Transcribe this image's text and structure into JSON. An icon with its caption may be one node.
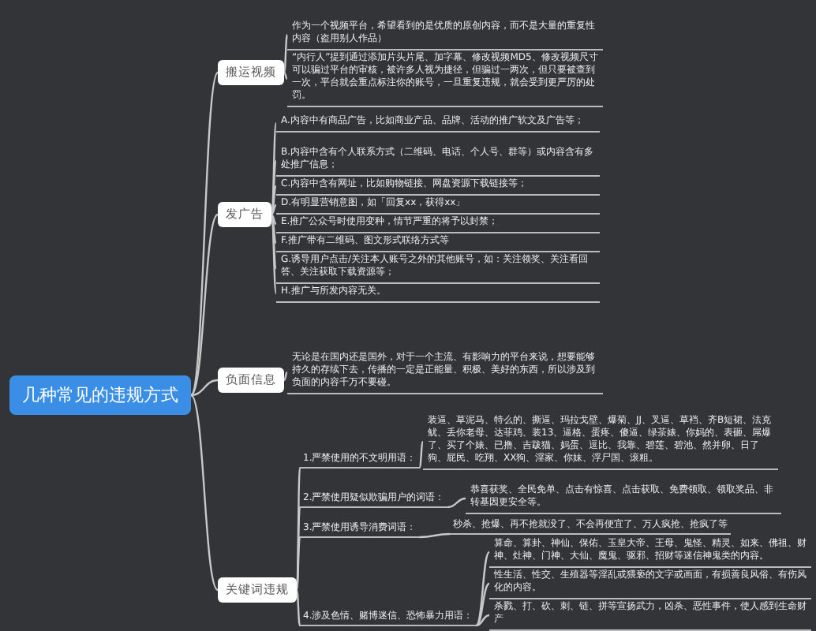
{
  "diagram": {
    "nodes": [
      {
        "text": [
          "几种常见的违规方式"
        ]
      },
      {
        "text": [
          "搬运视频"
        ]
      },
      {
        "text": [
          "作为一个视频平台，希望看到的是优质的原创内容，而不是大量的重复性内容（盗用别人作品）"
        ]
      },
      {
        "text": [
          "“内行人”提到通过添加片头片尾、加字幕、修改视频MD5、修改视频尺寸可以骗过平台的审核，被许多人视为捷径，但骗过一两次，但只要被查到一次，平台就会重点标注你的账号，一旦重复违规，就会受到更严厉的处罚。"
        ]
      },
      {
        "text": [
          "发广告"
        ]
      },
      {
        "text": [
          "A.内容中有商品广告，比如商业产品、品牌、活动的推广软文及广告等；"
        ]
      },
      {
        "text": [
          "B.内容中含有个人联系方式（二维码、电话、个人号、群等）或内容含有多处推广信息；"
        ]
      },
      {
        "text": [
          "C.内容中含有网址，比如购物链接、网盘资源下载链接等；"
        ]
      },
      {
        "text": [
          "D.有明显营销意图，如「回复xx，获得xx」"
        ]
      },
      {
        "text": [
          "E.推广公众号时使用变种，情节严重的将予以封禁；"
        ]
      },
      {
        "text": [
          "F.推广带有二维码、图文形式联络方式等"
        ]
      },
      {
        "text": [
          "G.诱导用户点击/关注本人账号之外的其他账号，如：关注领奖、关注看回答、关注获取下载资源等；"
        ]
      },
      {
        "text": [
          "H.推广与所发内容无关。"
        ]
      },
      {
        "text": [
          "负面信息"
        ]
      },
      {
        "text": [
          "无论是在国内还是国外，对于一个主流、有影响力的平台来说，想要能够持久的存续下去，传播的一定是正能量、积极、美好的东西，所以涉及到负面的内容千万不要碰。"
        ]
      },
      {
        "text": [
          "关键词违规"
        ]
      },
      {
        "text": [
          "1.严禁使用的不文明用语："
        ]
      },
      {
        "text": [
          "装逼、草泥马、特么的、撕逼、玛拉戈壁、爆菊、JJ、叉逼、草裆、齐B短裙、法克鱿、丢你老母、达菲鸡、装13、逼格、蛋疼、傻逼、绿茶婊、你妈的、表砸、屌爆了、买了个婊、已撸、吉跋猫、妈蛋、逗比、我靠、碧莲、碧池、然并卵、日了狗、屁民、吃翔、XX狗、淫家、你妹、浮尸国、滚粗。"
        ]
      },
      {
        "text": [
          "2.严禁使用疑似欺骗用户的词语："
        ]
      },
      {
        "text": [
          "恭喜获奖、全民免单、点击有惊喜、点击获取、免费领取、领取奖品、非转基因更安全等。"
        ]
      },
      {
        "text": [
          "3.严禁使用诱导消费词语："
        ]
      },
      {
        "text": [
          "秒杀、抢爆、再不抢就没了、不会再便宜了、万人疯抢、抢疯了等"
        ]
      },
      {
        "text": [
          "4.涉及色情、赌博迷信、恐怖暴力用语："
        ]
      },
      {
        "text": [
          "算命、算卦、神仙、保佑、玉皇大帝、王母、鬼怪、精灵、如来、佛祖、财神、灶神、门神、大仙、魔鬼、驱邪、招财等迷信神鬼类的内容。"
        ]
      },
      {
        "text": [
          "性生活、性交、生殖器等淫乱或猥亵的文字或画面，有损善良风俗、有伤风化的内容。"
        ]
      },
      {
        "text": [
          "杀戮、打、砍、刺、链、拼等宣扬武力，凶杀、恶性事件，使人感到生命财产"
        ]
      }
    ],
    "edges": [
      {
        "from": 0,
        "to": 1,
        "arrow": "none"
      },
      {
        "from": 0,
        "to": 4,
        "arrow": "none"
      },
      {
        "from": 0,
        "to": 13,
        "arrow": "none"
      },
      {
        "from": 0,
        "to": 15,
        "arrow": "none"
      },
      {
        "from": 1,
        "to": 2,
        "arrow": "none"
      },
      {
        "from": 1,
        "to": 3,
        "arrow": "none"
      },
      {
        "from": 4,
        "to": 5,
        "arrow": "none"
      },
      {
        "from": 4,
        "to": 6,
        "arrow": "none"
      },
      {
        "from": 4,
        "to": 7,
        "arrow": "none"
      },
      {
        "from": 4,
        "to": 8,
        "arrow": "none"
      },
      {
        "from": 4,
        "to": 9,
        "arrow": "none"
      },
      {
        "from": 4,
        "to": 10,
        "arrow": "none"
      },
      {
        "from": 4,
        "to": 11,
        "arrow": "none"
      },
      {
        "from": 4,
        "to": 12,
        "arrow": "none"
      },
      {
        "from": 13,
        "to": 14,
        "arrow": "none"
      },
      {
        "from": 15,
        "to": 16,
        "arrow": "none"
      },
      {
        "from": 15,
        "to": 18,
        "arrow": "none"
      },
      {
        "from": 15,
        "to": 20,
        "arrow": "none"
      },
      {
        "from": 15,
        "to": 22,
        "arrow": "none"
      },
      {
        "from": 16,
        "to": 17,
        "arrow": "none"
      },
      {
        "from": 18,
        "to": 19,
        "arrow": "none"
      },
      {
        "from": 20,
        "to": 21,
        "arrow": "none"
      },
      {
        "from": 22,
        "to": 23,
        "arrow": "none"
      },
      {
        "from": 22,
        "to": 24,
        "arrow": "none"
      },
      {
        "from": 22,
        "to": 25,
        "arrow": "none"
      }
    ]
  }
}
